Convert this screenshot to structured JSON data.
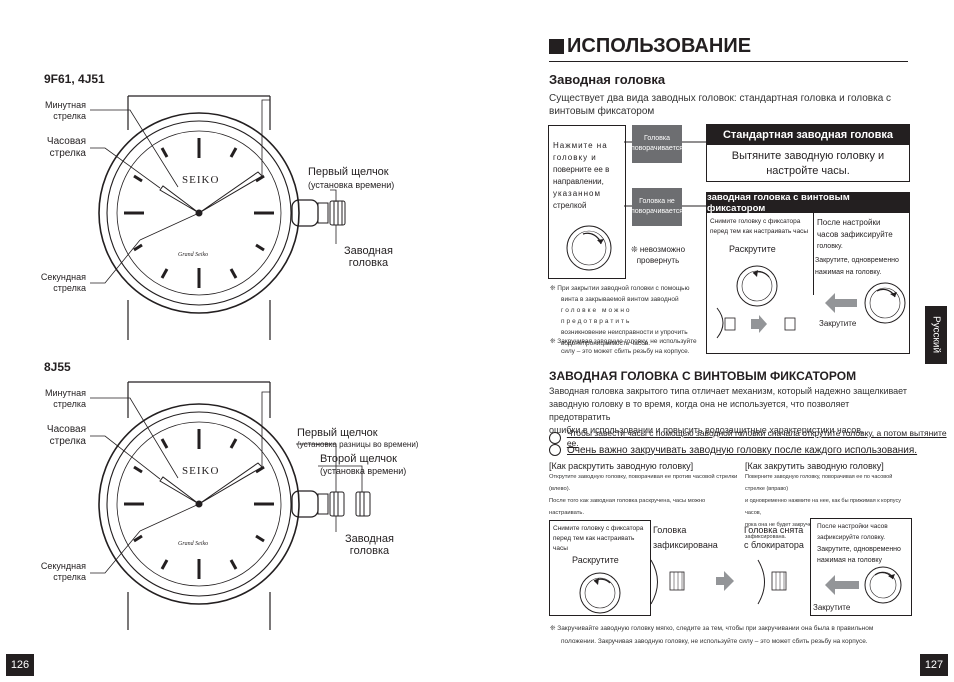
{
  "left": {
    "model1": "9F61, 4J51",
    "model2": "8J55",
    "minute_hand": [
      "Минутная",
      "стрелка"
    ],
    "hour_hand": [
      "Часовая",
      "стрелка"
    ],
    "second_hand": [
      "Секундная",
      "стрелка"
    ],
    "first_click": "Первый щелчок",
    "first_click_sub1": "(установка времени)",
    "first_click_sub2": "(установка разницы во времени)",
    "second_click": "Второй щелчок",
    "second_click_sub": "(установка времени)",
    "crown": [
      "Заводная",
      "головка"
    ],
    "dial_brand": "SEIKO",
    "dial_gs": "Grand Seiko"
  },
  "right": {
    "title": "ИСПОЛЬЗОВАНИЕ",
    "crown_heading": "Заводная головка",
    "crown_intro": [
      "Существует два вида заводных головок: стандартная головка и головка с",
      "винтовым фиксатором"
    ],
    "press_text": [
      "Нажмите на",
      "головку и",
      "поверните ее в",
      "направлении,",
      "указанном",
      "стрелкой"
    ],
    "tag_turns": [
      "Головка",
      "поворачивается"
    ],
    "tag_noturn": [
      "Головка не",
      "поворачивается"
    ],
    "cannot_turn": [
      "невозможно",
      "провернуть"
    ],
    "std_title": "Стандартная заводная головка",
    "std_text": [
      "Вытяните заводную головку и",
      "настройте часы."
    ],
    "screw_title": "заводная головка с винтовым фиксатором",
    "screw_l": [
      "Снимите головку с фиксатора",
      "перед тем как настраивать часы"
    ],
    "unscrew": "Раскрутите",
    "screw_r": [
      "После настройки",
      "часов зафиксируйте",
      "головку."
    ],
    "screw_r2": [
      "Закрутите, одновременно",
      "нажимая на головку."
    ],
    "screw": "Закрутите",
    "note1": [
      "При закрытии заводной головки с помощью",
      "винта в закрываемой винтом заводной",
      "головке можно предотвратить",
      "возникновение неисправности и упрочить",
      "водонепроницаемость часов."
    ],
    "note2": [
      "Закручивая заводную головку, не используйте",
      "силу – это может сбить резьбу на корпусе."
    ],
    "heading2": "ЗАВОДНАЯ ГОЛОВКА С ВИНТОВЫМ ФИКСАТОРОМ",
    "para": [
      "Заводная головка закрытого типа отличает механизм, который надежно защелкивает",
      "заводную головку в то время, когда она не используется, что позволяет предотвратить",
      "ошибки в использовании и повысить водозащитные характеристики часов."
    ],
    "bullet1": "Чтобы завести часы с помощью заводной головки сначала открутите головку, а потом вытяните ее.",
    "bullet2": "Очень важно закручивать заводную головку после каждого использования.",
    "how_unscrew": "[Как раскрутить заводную головку]",
    "how_unscrew_text": [
      "Открутите заводную головку, поворачивая ее против часовой стрелки",
      "(влево).",
      "После того как заводная головка раскручена, часы можно настраивать."
    ],
    "how_screw": "[Как закрутить заводную головку]",
    "how_screw_text": [
      "Поверните заводную головку, поворачивая ее по часовой стрелке (вправо)",
      "и одновременно нажмите на нее, как бы прижимая к корпусу часов,",
      "пока она не будет закручена до предела и плотно зафиксирована."
    ],
    "b_l": [
      "Снимите головку с фиксатора",
      "перед тем как настраивать часы"
    ],
    "b_unscrew": "Раскрутите",
    "b_locked": [
      "Головка",
      "зафиксирована"
    ],
    "b_released": [
      "Головка снята",
      "с блокиратора"
    ],
    "b_r": [
      "После настройки часов",
      "зафиксируйте головку."
    ],
    "b_r2": [
      "Закрутите, одновременно",
      "нажимая на головку"
    ],
    "b_screw": "Закрутите",
    "foot_note": [
      "Закручивайте заводную головку мягко, следите за тем, чтобы при закручивании она была в правильном",
      "положении. Закручивая заводную головку, не используйте силу – это может сбить резьбу на корпусе."
    ],
    "side_tab": "Русский"
  },
  "pages": {
    "left": "126",
    "right": "127"
  }
}
